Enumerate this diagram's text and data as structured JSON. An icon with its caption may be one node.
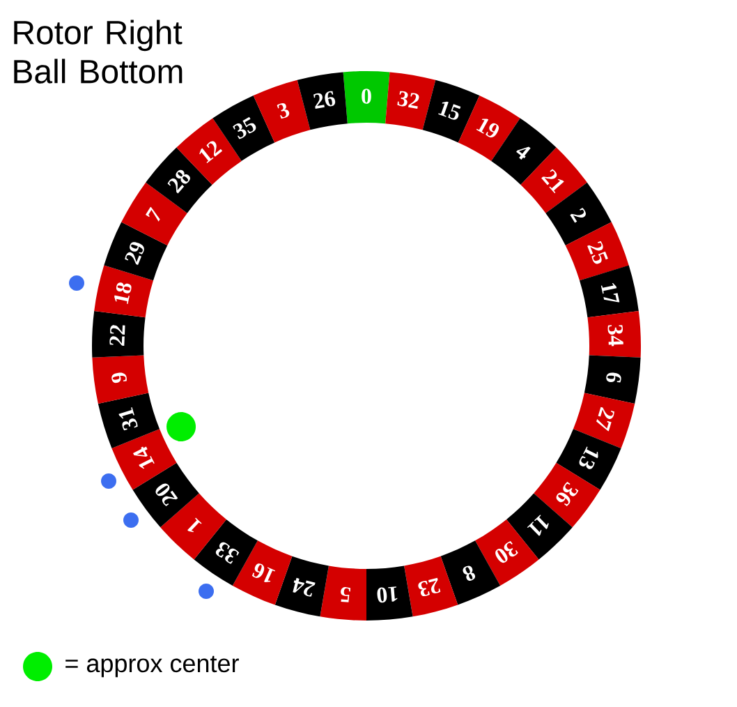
{
  "diagram": {
    "title": "Rotor Right Ball Bottom",
    "nodes": [
      {
        "text": [
          "0"
        ]
      },
      {
        "text": [
          "32"
        ]
      },
      {
        "text": [
          "15"
        ]
      },
      {
        "text": [
          "19"
        ]
      },
      {
        "text": [
          "4"
        ]
      },
      {
        "text": [
          "21"
        ]
      },
      {
        "text": [
          "2"
        ]
      },
      {
        "text": [
          "25"
        ]
      },
      {
        "text": [
          "17"
        ]
      },
      {
        "text": [
          "34"
        ]
      },
      {
        "text": [
          "6"
        ]
      },
      {
        "text": [
          "27"
        ]
      },
      {
        "text": [
          "13"
        ]
      },
      {
        "text": [
          "36"
        ]
      },
      {
        "text": [
          "11"
        ]
      },
      {
        "text": [
          "30"
        ]
      },
      {
        "text": [
          "8"
        ]
      },
      {
        "text": [
          "23"
        ]
      },
      {
        "text": [
          "10"
        ]
      },
      {
        "text": [
          "5"
        ]
      },
      {
        "text": [
          "24"
        ]
      },
      {
        "text": [
          "16"
        ]
      },
      {
        "text": [
          "33"
        ]
      },
      {
        "text": [
          "1"
        ]
      },
      {
        "text": [
          "20"
        ]
      },
      {
        "text": [
          "14"
        ]
      },
      {
        "text": [
          "31"
        ]
      },
      {
        "text": [
          "9"
        ]
      },
      {
        "text": [
          "22"
        ]
      },
      {
        "text": [
          "18"
        ]
      },
      {
        "text": [
          "29"
        ]
      },
      {
        "text": [
          "7"
        ]
      },
      {
        "text": [
          "28"
        ]
      },
      {
        "text": [
          "12"
        ]
      },
      {
        "text": [
          "35"
        ]
      },
      {
        "text": [
          "3"
        ]
      },
      {
        "text": [
          "26"
        ]
      }
    ],
    "legend": [
      {
        "text": "= approx center",
        "color": "#00ee00"
      }
    ]
  }
}
